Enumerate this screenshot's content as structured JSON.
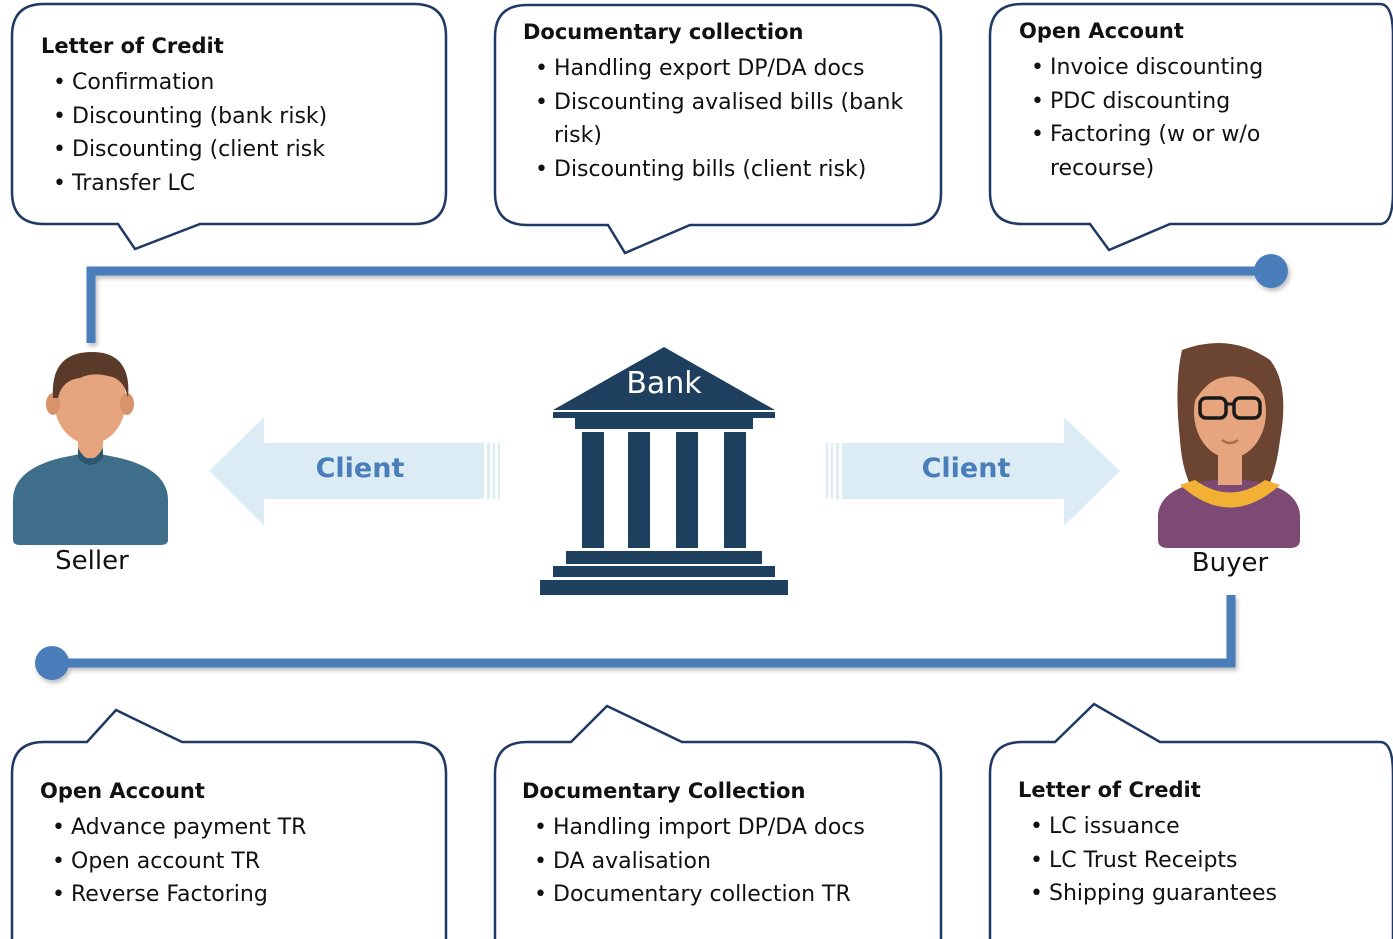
{
  "colors": {
    "bubble_border": "#1f3864",
    "flow_line": "#4a7ebb",
    "bank_navy": "#1f3f5f",
    "arrow_fill": "#dcecf4",
    "arrow_text": "#4a7ebb"
  },
  "bank": {
    "label": "Bank",
    "icon": "bank-building-icon"
  },
  "seller": {
    "label": "Seller",
    "icon": "male-person-icon"
  },
  "buyer": {
    "label": "Buyer",
    "icon": "female-person-icon"
  },
  "arrows": {
    "left": {
      "label": "Client"
    },
    "right": {
      "label": "Client"
    }
  },
  "bubbles": {
    "top_left": {
      "title": "Letter of Credit",
      "items": [
        "Confirmation",
        "Discounting (bank risk)",
        "Discounting (client risk",
        "Transfer LC"
      ]
    },
    "top_middle": {
      "title": "Documentary collection",
      "items": [
        "Handling export DP/DA docs",
        "Discounting avalised  bills (bank risk)",
        "Discounting bills (client risk)"
      ]
    },
    "top_right": {
      "title": "Open Account",
      "items": [
        "Invoice discounting",
        "PDC discounting",
        "Factoring (w or w/o recourse)"
      ]
    },
    "bottom_left": {
      "title": "Open Account",
      "items": [
        "Advance payment TR",
        "Open account TR",
        "Reverse Factoring"
      ]
    },
    "bottom_middle": {
      "title": "Documentary Collection",
      "items": [
        "Handling import DP/DA docs",
        "DA avalisation",
        "Documentary collection TR"
      ]
    },
    "bottom_right": {
      "title": "Letter of Credit",
      "items": [
        "LC issuance",
        "LC Trust Receipts",
        "Shipping guarantees"
      ]
    }
  }
}
